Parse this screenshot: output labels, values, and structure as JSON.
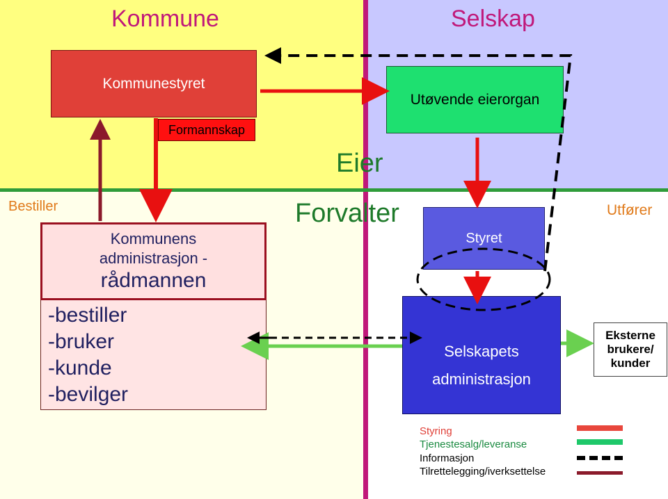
{
  "quadrants": {
    "kommune_title": "Kommune",
    "selskap_title": "Selskap",
    "eier_label": "Eier",
    "forvalter_label": "Forvalter",
    "bestiller_label": "Bestiller",
    "utforer_label": "Utfører"
  },
  "boxes": {
    "kommunestyret": "Kommunestyret",
    "formannskap": "Formannskap",
    "eierorgan": "Utøvende eierorgan",
    "styret": "Styret",
    "admin_line1": "Kommunens",
    "admin_line2": "administrasjon -",
    "admin_line3": "rådmannen",
    "roles": [
      "-bestiller",
      "-bruker",
      "-kunde",
      "-bevilger"
    ],
    "selskap_admin_line1": "Selskapets",
    "selskap_admin_line2": "administrasjon",
    "eksterne_line1": "Eksterne",
    "eksterne_line2": "brukere/",
    "eksterne_line3": "kunder"
  },
  "legend": [
    {
      "label": "Styring",
      "color": "#e8463c"
    },
    {
      "label": "Tjenestesalg/leveranse",
      "color": "#1ec86a"
    },
    {
      "label": "Informasjon",
      "color": "#000000"
    },
    {
      "label": "Tilrettelegging/iverksettelse",
      "color": "#8b1a2b"
    }
  ],
  "colors": {
    "kommune_top": "#ffff80",
    "kommune_bottom": "#ffffe8",
    "selskap_top": "#c8c8ff",
    "selskap_bottom": "#ffffff",
    "divider": "#c0187a",
    "horizon": "#2f9c3a",
    "title": "#c0187a",
    "green_text": "#1e7a2a",
    "red_box": "#e04038",
    "green_box": "#1ee070",
    "blue_box": "#4040d8",
    "styret_box": "#5a5ae0"
  }
}
